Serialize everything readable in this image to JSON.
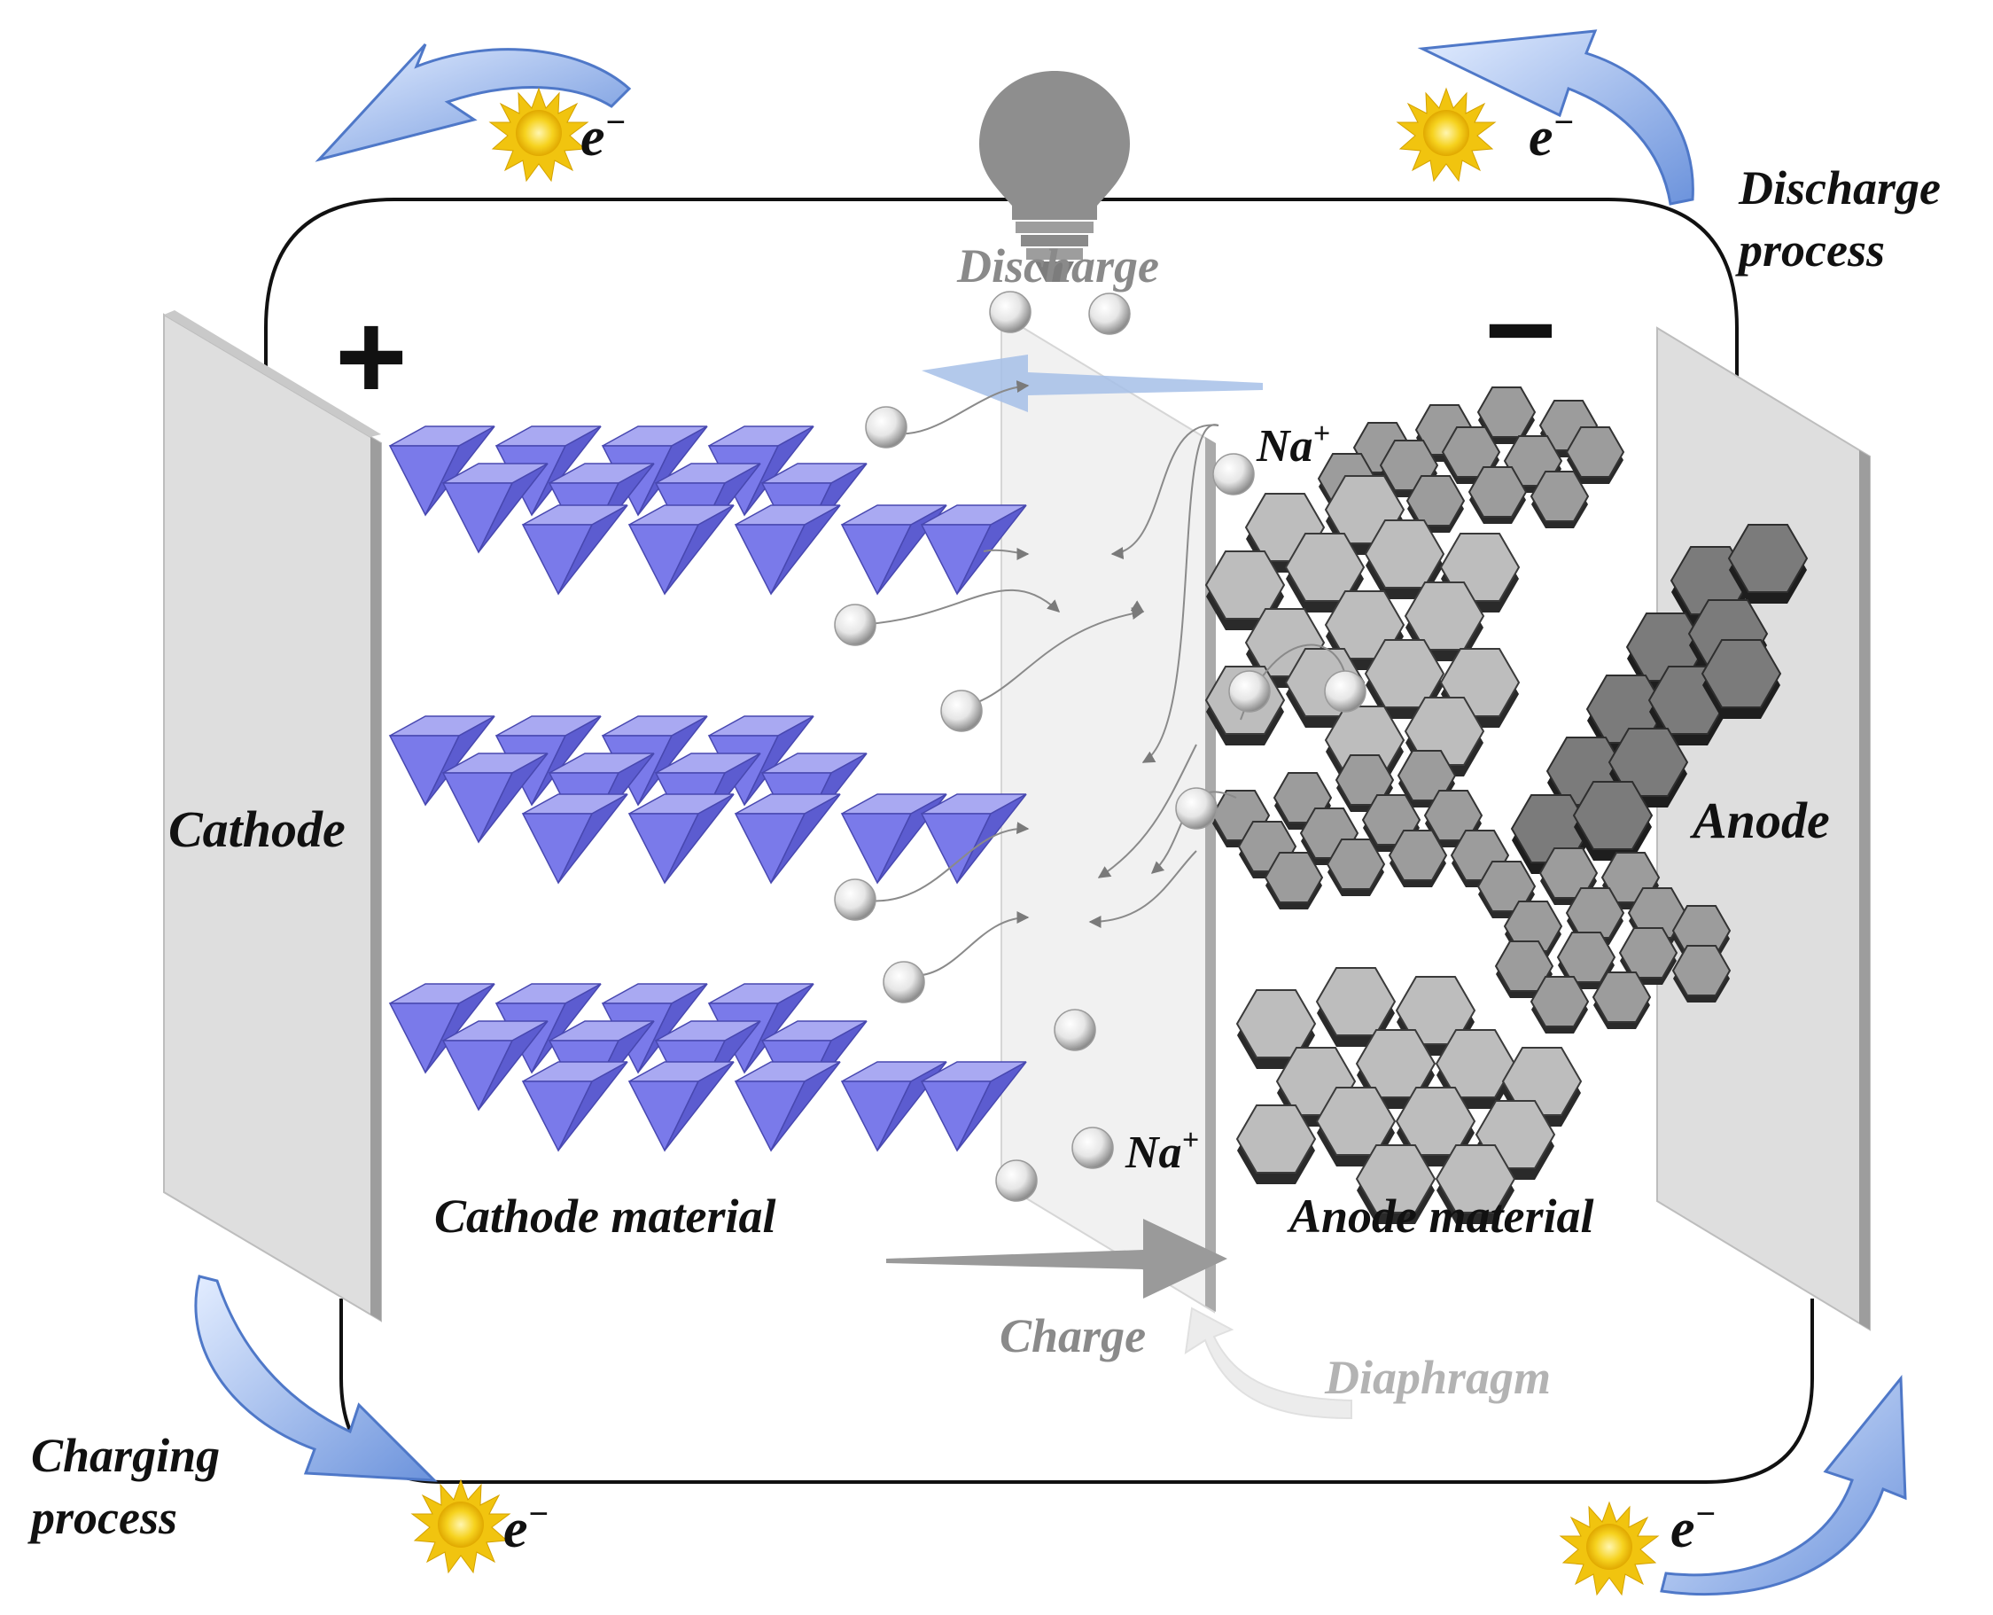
{
  "labels": {
    "cathode": "Cathode",
    "anode": "Anode",
    "cathode_material": "Cathode material",
    "anode_material": "Anode material",
    "discharge": "Discharge",
    "charge": "Charge",
    "diaphragm": "Diaphragm",
    "discharge_process_1": "Discharge",
    "discharge_process_2": "process",
    "charging_process_1": "Charging",
    "charging_process_2": "process",
    "plus": "+",
    "minus": "−",
    "electron": "e",
    "electron_sup": "−",
    "sodium": "Na",
    "sodium_sup": "+"
  },
  "icons": [
    "light-bulb-icon",
    "sun-icon",
    "curved-arrow-icon"
  ],
  "colors": {
    "cathode_material": "#6b6be6",
    "arrow_blue": "#6f95dd",
    "sun": "#f7d11c",
    "anode_light": "#b9b9b9",
    "anode_dark": "#767676"
  }
}
